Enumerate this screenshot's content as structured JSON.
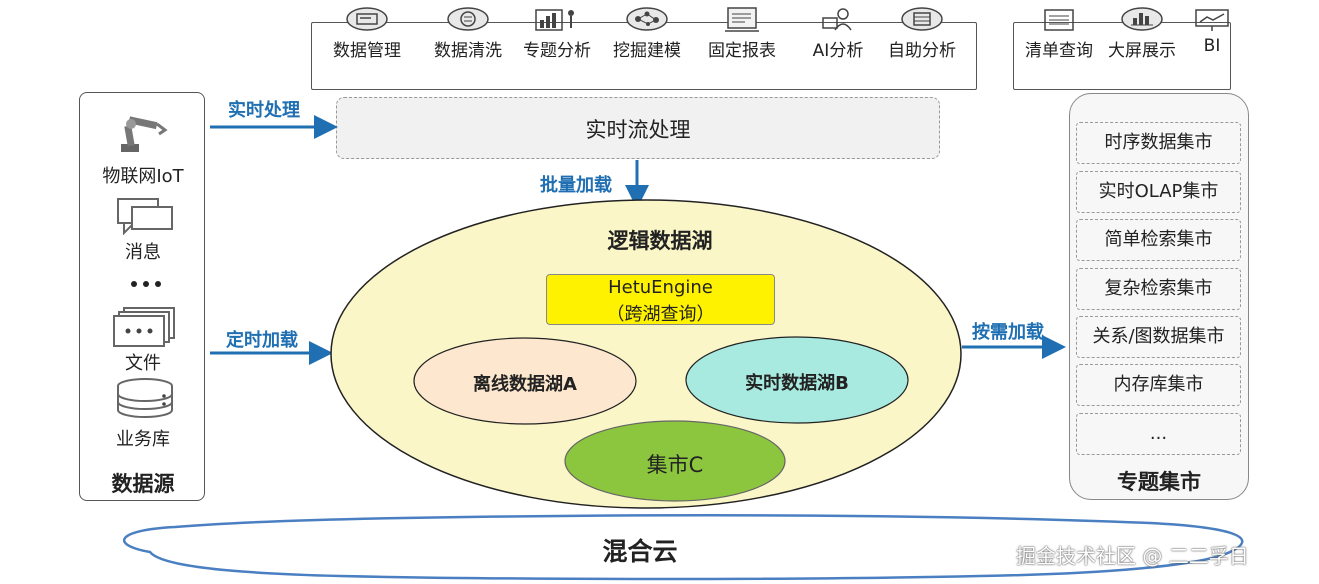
{
  "tools": [
    {
      "label": "数据管理",
      "icon": "data-management-icon"
    },
    {
      "label": "数据清洗",
      "icon": "data-cleaning-icon"
    },
    {
      "label": "专题分析",
      "icon": "topic-analysis-icon"
    },
    {
      "label": "挖掘建模",
      "icon": "mining-modeling-icon"
    },
    {
      "label": "固定报表",
      "icon": "fixed-report-icon"
    },
    {
      "label": "AI分析",
      "icon": "ai-analysis-icon"
    },
    {
      "label": "自助分析",
      "icon": "self-service-analysis-icon"
    }
  ],
  "views": [
    {
      "label": "清单查询",
      "icon": "list-query-icon"
    },
    {
      "label": "大屏展示",
      "icon": "big-screen-icon"
    },
    {
      "label": "BI",
      "icon": "bi-icon"
    }
  ],
  "sources": {
    "title": "数据源",
    "items": [
      {
        "label": "物联网IoT",
        "icon": "robot-arm-icon"
      },
      {
        "label": "消息",
        "icon": "message-icon"
      },
      {
        "label": "",
        "icon": "ellipsis-icon"
      },
      {
        "label": "文件",
        "icon": "file-stack-icon"
      },
      {
        "label": "业务库",
        "icon": "database-icon"
      }
    ]
  },
  "stream": {
    "label": "实时流处理"
  },
  "arrows": {
    "realtime": "实时处理",
    "batch": "批量加载",
    "scheduled": "定时加载",
    "ondemand": "按需加载"
  },
  "lake": {
    "title": "逻辑数据湖",
    "engine_line1": "HetuEngine",
    "engine_line2": "（跨湖查询）",
    "offline": "离线数据湖A",
    "realtime": "实时数据湖B",
    "mart": "集市C"
  },
  "marts": {
    "title": "专题集市",
    "items": [
      "时序数据集市",
      "实时OLAP集市",
      "简单检索集市",
      "复杂检索集市",
      "关系/图数据集市",
      "内存库集市",
      "..."
    ]
  },
  "cloud": {
    "label": "混合云"
  },
  "watermark": "掘金技术社区 @ 二二孚日",
  "colors": {
    "arrow": "#1f6fb2",
    "lake": "#fbf6c8",
    "engine": "#fff200",
    "offline": "#fde8cf",
    "realtime": "#a8eadf",
    "mart": "#8cc63f",
    "cloud_stroke": "#4a7fc1"
  }
}
